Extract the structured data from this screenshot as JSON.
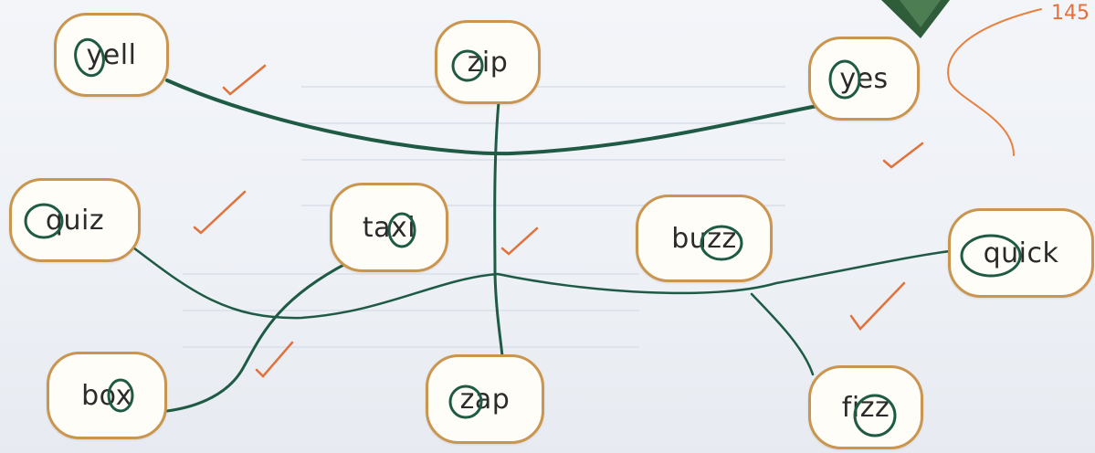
{
  "worksheet": {
    "corner_note": "145",
    "words": [
      {
        "id": "yell",
        "text": "yell"
      },
      {
        "id": "zip",
        "text": "zip"
      },
      {
        "id": "yes",
        "text": "yes"
      },
      {
        "id": "quiz",
        "text": "quiz"
      },
      {
        "id": "taxi",
        "text": "taxi"
      },
      {
        "id": "buzz",
        "text": "buzz"
      },
      {
        "id": "quick",
        "text": "quick"
      },
      {
        "id": "box",
        "text": "box"
      },
      {
        "id": "zap",
        "text": "zap"
      },
      {
        "id": "fizz",
        "text": "fizz"
      }
    ],
    "matches": [
      [
        "yell",
        "yes"
      ],
      [
        "zip",
        "zap"
      ],
      [
        "taxi",
        "box"
      ],
      [
        "quiz",
        "quick"
      ],
      [
        "buzz",
        "fizz"
      ]
    ],
    "colors": {
      "card_border": "#c9954f",
      "match_line": "#1f5a45",
      "tick_mark": "#e2713b",
      "circle_mark": "#1e5a44"
    }
  }
}
